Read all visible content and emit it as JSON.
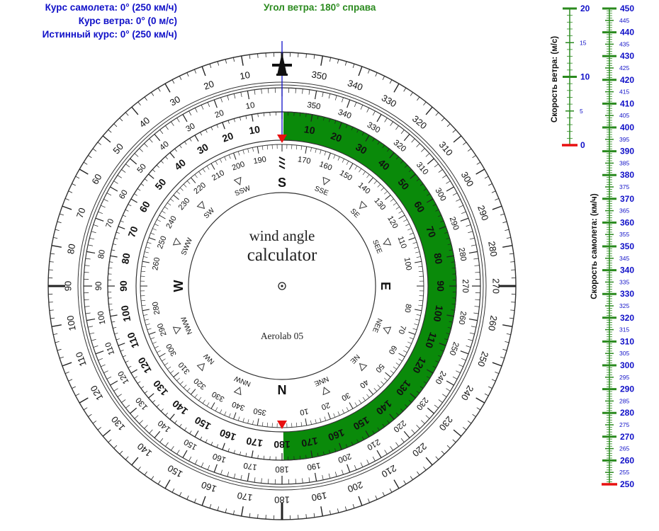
{
  "status": {
    "plane_course": "Курс самолета: 0° (250 км/ч)",
    "wind_course": "Курс ветра: 0° (0 м/с)",
    "true_course": "Истинный курс: 0° (250 км/ч)",
    "wind_angle": "Угол ветра: 180° справа"
  },
  "center": {
    "line1": "wind angle",
    "line2": "calculator",
    "brand": "Aerolab 05"
  },
  "compass": {
    "cardinals": [
      "S",
      "E",
      "N",
      "W"
    ],
    "intercardinals": [
      "SSE",
      "SE",
      "SEE",
      "NEE",
      "NE",
      "NNE",
      "NNW",
      "NW",
      "NWW",
      "SWW",
      "SW",
      "SSW"
    ]
  },
  "wind_scale": {
    "label": "Скорость ветра: (м/с)",
    "major": [
      "20",
      "10",
      "0"
    ],
    "minor": [
      "15",
      "5"
    ],
    "value": 0,
    "min": 0,
    "max": 20
  },
  "plane_scale": {
    "label": "Скорость самолета: (км/ч)",
    "major": [
      "450",
      "440",
      "430",
      "420",
      "410",
      "400",
      "390",
      "380",
      "370",
      "360",
      "350",
      "340",
      "330",
      "320",
      "310",
      "300",
      "290",
      "280",
      "270",
      "260",
      "250"
    ],
    "minor": [
      "445",
      "435",
      "425",
      "415",
      "405",
      "395",
      "385",
      "375",
      "365",
      "355",
      "345",
      "335",
      "325",
      "315",
      "305",
      "295",
      "285",
      "275",
      "265",
      "255"
    ],
    "value": 250,
    "min": 250,
    "max": 450
  },
  "colors": {
    "wind_sector": "#0a8a0a",
    "marker": "#e81010",
    "scale_green": "#2a8a1e",
    "label_blue": "#1010c8"
  },
  "wind_sector_deg": 180
}
